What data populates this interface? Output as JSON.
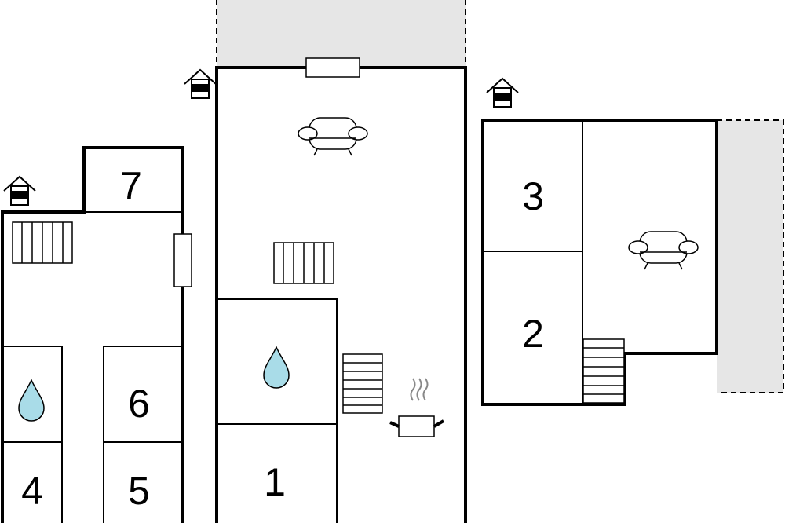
{
  "plan": {
    "rooms": {
      "r1": "1",
      "r2": "2",
      "r3": "3",
      "r4": "4",
      "r5": "5",
      "r6": "6",
      "r7": "7"
    }
  }
}
